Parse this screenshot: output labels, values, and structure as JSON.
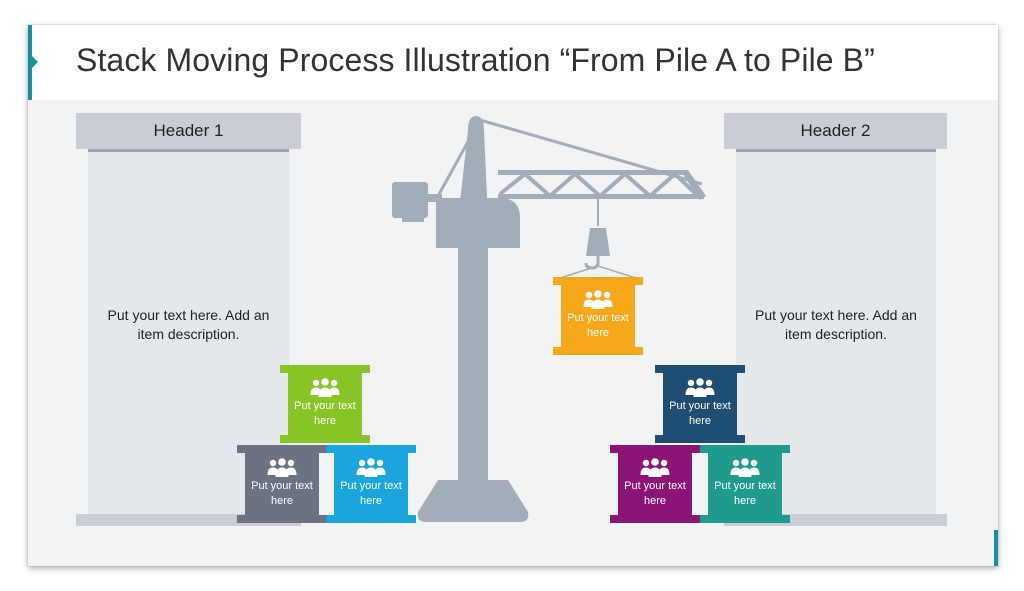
{
  "title": "Stack Moving Process Illustration “From Pile A to Pile B”",
  "colors": {
    "accent": "#1b8f9b",
    "crane": "#a3adb9",
    "header_bg": "#c9ced6",
    "panel_bg": "#e4e7ec"
  },
  "pile_a": {
    "header": "Header 1",
    "description": "Put your text here. Add an item description.",
    "boxes": [
      {
        "label": "Put your text here",
        "color": "#88c425",
        "icon": "team-icon"
      },
      {
        "label": "Put your text here",
        "color": "#6b7284",
        "icon": "team-icon"
      },
      {
        "label": "Put your text here",
        "color": "#1aa6dd",
        "icon": "team-icon"
      }
    ]
  },
  "crane": {
    "icon": "crane-icon",
    "load": {
      "label": "Put your text here",
      "color": "#f7a71a",
      "icon": "team-icon"
    }
  },
  "pile_b": {
    "header": "Header 2",
    "description": "Put your text here. Add an item description.",
    "boxes": [
      {
        "label": "Put your text here",
        "color": "#1f4e72",
        "icon": "team-icon"
      },
      {
        "label": "Put your text here",
        "color": "#8b1477",
        "icon": "team-icon"
      },
      {
        "label": "Put your text here",
        "color": "#1e9b8d",
        "icon": "team-icon"
      }
    ]
  }
}
